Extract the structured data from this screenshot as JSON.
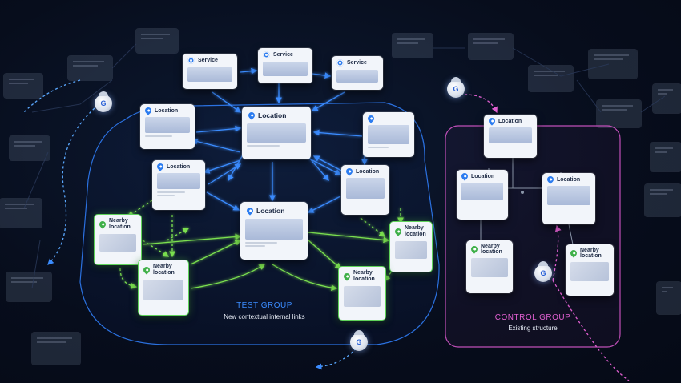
{
  "labels": {
    "service": "Service",
    "location": "Location",
    "nearby": "Nearby location"
  },
  "groups": {
    "test": {
      "title": "TEST GROUP",
      "subtitle": "New contextual internal links",
      "color": "#3b8cff"
    },
    "control": {
      "title": "CONTROL GROUP",
      "subtitle": "Existing structure",
      "color": "#e05fd0"
    }
  },
  "colors": {
    "link_blue": "#3b8cff",
    "link_green": "#7be04f",
    "crawl_path": "#5aa8ff",
    "control_path": "#e05fd0"
  },
  "icons": [
    "location-pin-icon",
    "gear-icon",
    "wrench-icon",
    "crawler-bot-icon",
    "map-icon",
    "city-skyline-icon"
  ]
}
